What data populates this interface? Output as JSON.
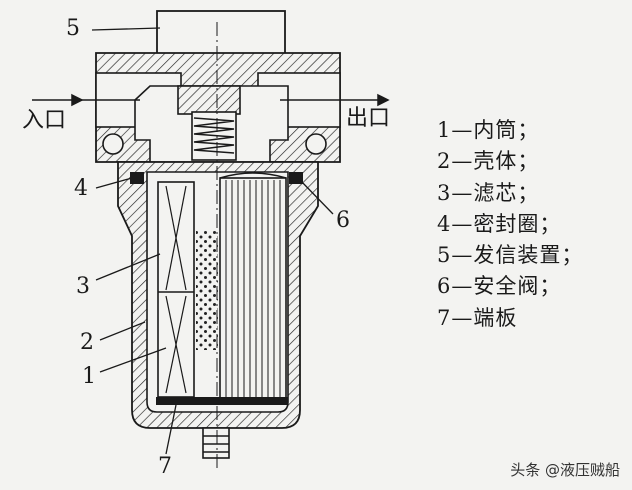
{
  "part_numbers": {
    "n1": "1",
    "n2": "2",
    "n3": "3",
    "n4": "4",
    "n5": "5",
    "n6": "6",
    "n7": "7"
  },
  "ports": {
    "inlet": "入口",
    "outlet": "出口"
  },
  "legend": [
    "1—内筒；",
    "2—壳体；",
    "3—滤芯；",
    "4—密封圈；",
    "5—发信装置；",
    "6—安全阀；",
    "7—端板"
  ],
  "watermark": "头条 @液压贼船"
}
